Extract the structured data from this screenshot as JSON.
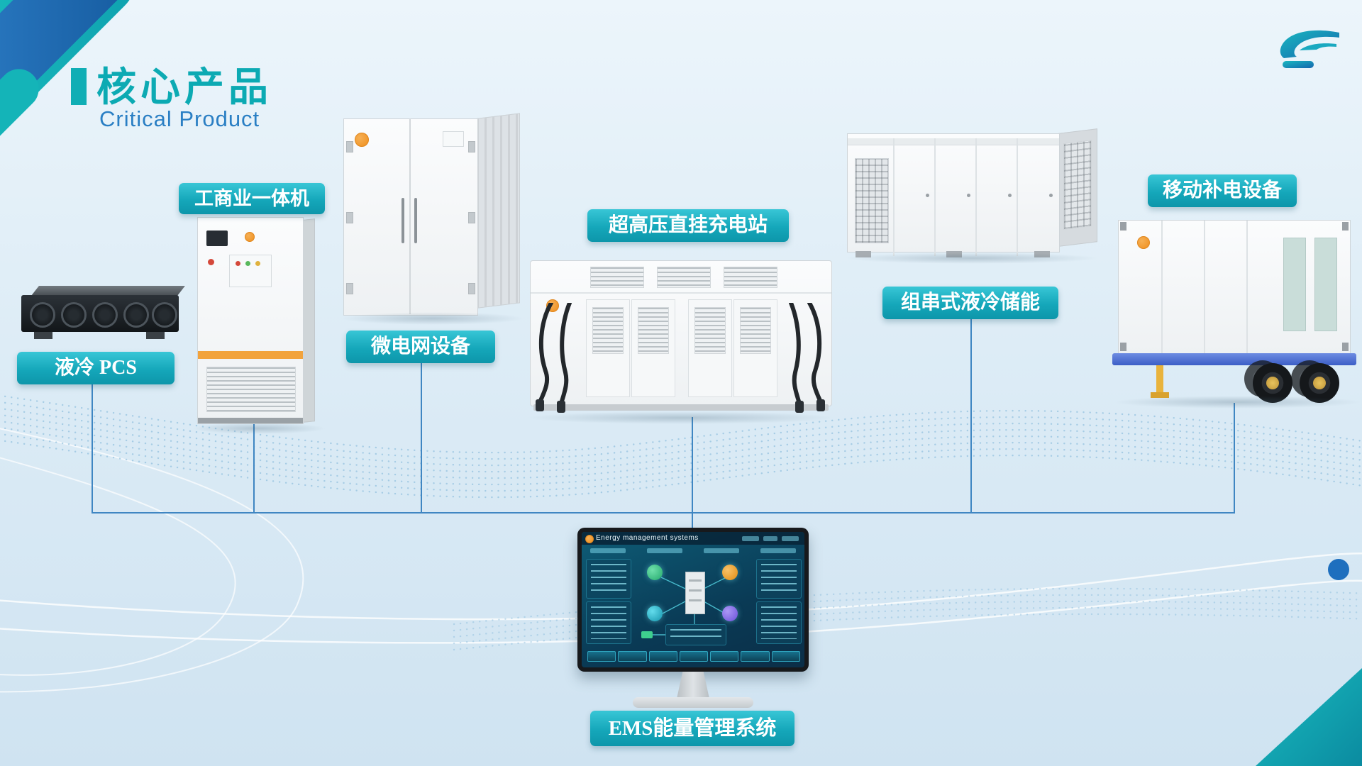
{
  "page": {
    "title": "核心产品",
    "subtitle": "Critical Product"
  },
  "products": {
    "pcs": {
      "label": "液冷 PCS"
    },
    "all_in_one": {
      "label": "工商业一体机"
    },
    "microgrid": {
      "label": "微电网设备"
    },
    "charging_station": {
      "label": "超高压直挂充电站"
    },
    "string_storage": {
      "label": "组串式液冷储能"
    },
    "mobile_power": {
      "label": "移动补电设备"
    },
    "ems": {
      "label": "EMS能量管理系统"
    }
  },
  "monitor": {
    "screen_title": "Energy management systems"
  },
  "colors": {
    "accent_teal": "#10aeb5",
    "subtitle_blue": "#2a7fc4",
    "pill_gradient_top": "#38c6d6",
    "pill_gradient_bottom": "#0d96aa",
    "connector_blue": "#3f86c2",
    "brand_orange": "#ef8f1f"
  },
  "icons": {
    "brand_logo": "stylized-F-mark",
    "product_brand_dot": "orange-brand-circle"
  }
}
